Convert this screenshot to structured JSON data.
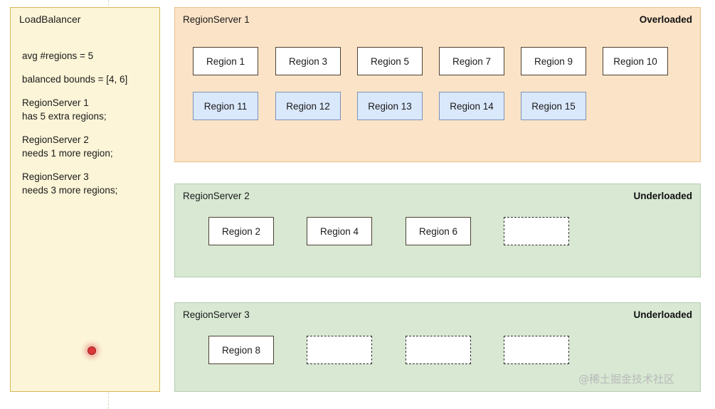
{
  "diagram": {
    "title": "HBase LoadBalancer region distribution",
    "colors": {
      "overloaded_bg": "#fbe3c7",
      "overloaded_border": "#e8c08a",
      "underloaded_bg": "#d8e8d3",
      "underloaded_border": "#b6ceb0",
      "loadbalancer_bg": "#fcf5d8",
      "loadbalancer_border": "#d6b656",
      "region_white_bg": "#ffffff",
      "region_blue_bg": "#dae8fc",
      "region_blue_border": "#7b93b8",
      "marker_red": "#d9373a"
    }
  },
  "loadbalancer": {
    "title": "LoadBalancer",
    "stats": [
      {
        "lines": [
          "avg #regions = 5"
        ]
      },
      {
        "lines": [
          "balanced bounds = [4, 6]"
        ]
      },
      {
        "lines": [
          "RegionServer 1",
          "has 5 extra regions;"
        ]
      },
      {
        "lines": [
          "RegionServer 2",
          "needs 1 more region;"
        ]
      },
      {
        "lines": [
          "RegionServer 3",
          "needs 3 more regions;"
        ]
      }
    ],
    "marker": "red-dot-marker"
  },
  "servers": [
    {
      "name": "RegionServer 1",
      "status": "Overloaded",
      "state": "overloaded",
      "rows": [
        [
          {
            "label": "Region 1",
            "style": "white"
          },
          {
            "label": "Region 3",
            "style": "white"
          },
          {
            "label": "Region 5",
            "style": "white"
          },
          {
            "label": "Region 7",
            "style": "white"
          },
          {
            "label": "Region 9",
            "style": "white"
          },
          {
            "label": "Region 10",
            "style": "white"
          }
        ],
        [
          {
            "label": "Region 11",
            "style": "blue"
          },
          {
            "label": "Region 12",
            "style": "blue"
          },
          {
            "label": "Region 13",
            "style": "blue"
          },
          {
            "label": "Region 14",
            "style": "blue"
          },
          {
            "label": "Region 15",
            "style": "blue"
          }
        ]
      ]
    },
    {
      "name": "RegionServer 2",
      "status": "Underloaded",
      "state": "underloaded",
      "rows": [
        [
          {
            "label": "Region 2",
            "style": "white"
          },
          {
            "label": "Region 4",
            "style": "white"
          },
          {
            "label": "Region 6",
            "style": "white"
          },
          {
            "label": "",
            "style": "empty"
          }
        ]
      ]
    },
    {
      "name": "RegionServer 3",
      "status": "Underloaded",
      "state": "underloaded",
      "rows": [
        [
          {
            "label": "Region 8",
            "style": "white"
          },
          {
            "label": "",
            "style": "empty"
          },
          {
            "label": "",
            "style": "empty"
          },
          {
            "label": "",
            "style": "empty"
          }
        ]
      ]
    }
  ],
  "watermark": "@稀土掘金技术社区"
}
